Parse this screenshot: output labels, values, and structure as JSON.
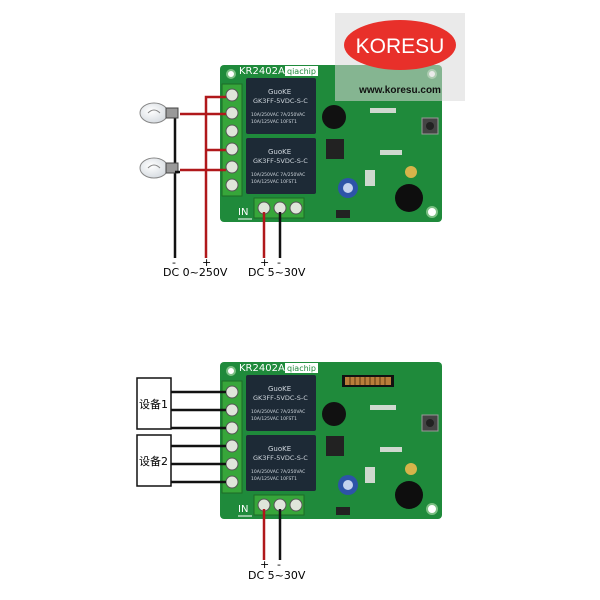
{
  "logo": {
    "brand": "KORESU",
    "url": "www.koresu.com"
  },
  "top_diagram": {
    "board_model": "KR2402A",
    "chip_brand": "qiachip",
    "relay_brand": "GuoKE",
    "relay_part": "GK3FF-5VDC-S-C",
    "relay_rating_1": "10A/250VAC  7A/250VAC",
    "relay_rating_2": "10A/125VAC  10FST1",
    "input_label": "IN",
    "load_supply_label": "DC 0~250V",
    "board_supply_label": "DC 5~30V"
  },
  "bottom_diagram": {
    "board_model": "KR2402A",
    "chip_brand": "qiachip",
    "relay_brand": "GuoKE",
    "relay_part": "GK3FF-5VDC-S-C",
    "relay_rating_1": "10A/250VAC  7A/250VAC",
    "relay_rating_2": "10A/125VAC  10FST1",
    "input_label": "IN",
    "device_1": "设备1",
    "device_2": "设备2",
    "board_supply_label": "DC 5~30V"
  },
  "colors": {
    "pcb": "#1f8a3b",
    "relay": "#1d2a36",
    "terminal": "#37a63a",
    "wire_red": "#b0181b",
    "wire_black": "#111111",
    "logo_red": "#e8302a"
  }
}
